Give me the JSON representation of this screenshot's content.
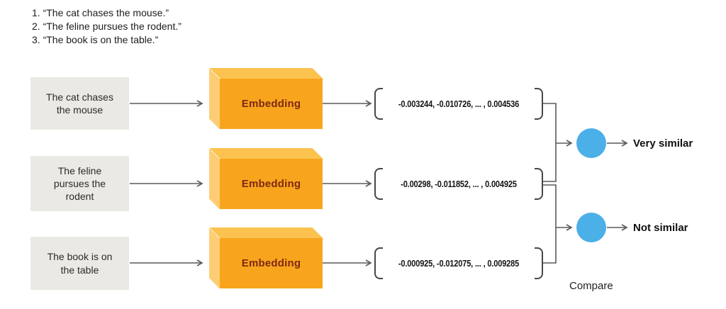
{
  "title_list": [
    "1. “The cat chases the mouse.”",
    "2. “The feline pursues the rodent.”",
    "3. “The book is on the table.”"
  ],
  "rows": [
    {
      "sentence": "The cat chases\nthe mouse",
      "embedding_label": "Embedding",
      "vector": "-0.003244, -0.010726, ... , 0.004536"
    },
    {
      "sentence": "The feline\npursues the\nrodent",
      "embedding_label": "Embedding",
      "vector": "-0.00298, -0.011852, ... , 0.004925"
    },
    {
      "sentence": "The book is on\nthe table",
      "embedding_label": "Embedding",
      "vector": "-0.000925, -0.012075, ... , 0.009285"
    }
  ],
  "results": [
    {
      "label": "Very similar"
    },
    {
      "label": "Not similar"
    }
  ],
  "compare_label": "Compare",
  "colors": {
    "line": "#5A5A5A",
    "text": "#1C1C1C",
    "box_front": "#F8A51D",
    "box_top": "#FBC24F",
    "box_side": "#FCCD74",
    "box_label": "#7E2912",
    "sentence_bg": "#EAE9E4",
    "node_blue": "#4BAFE8",
    "bracket": "#474747"
  }
}
